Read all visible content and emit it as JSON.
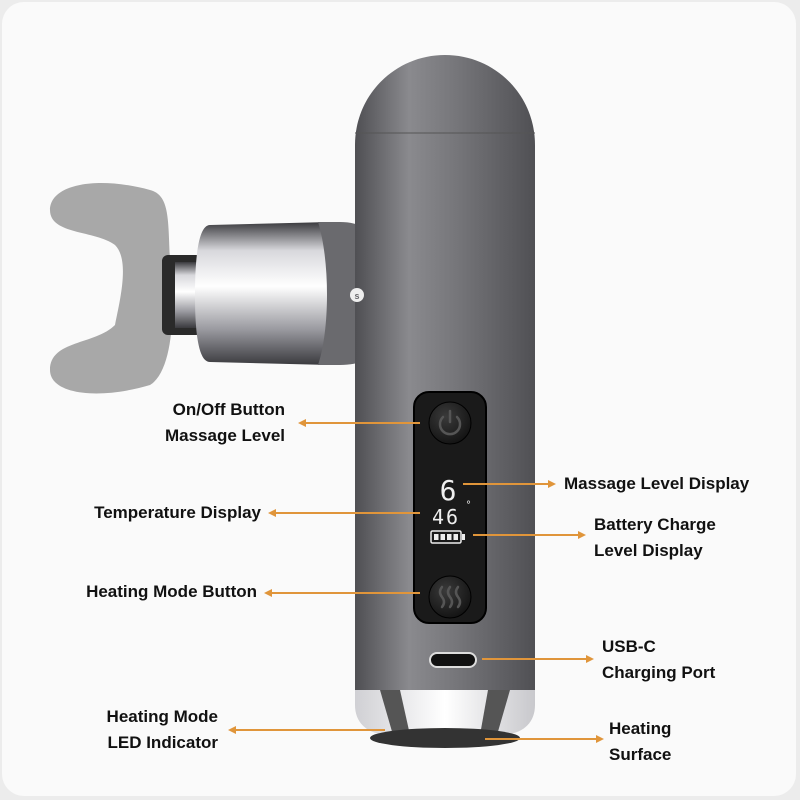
{
  "labels": {
    "onoff_line1": "On/Off Button",
    "onoff_line2": "Massage Level",
    "temperature": "Temperature Display",
    "heating_button": "Heating Mode Button",
    "led_line1": "Heating Mode",
    "led_line2": "LED Indicator",
    "massage_display": "Massage Level Display",
    "battery_line1": "Battery Charge",
    "battery_line2": "Level Display",
    "usb_line1": "USB-C",
    "usb_line2": "Charging Port",
    "surface_line1": "Heating",
    "surface_line2": "Surface"
  },
  "display": {
    "massage_level": "6",
    "temperature": "46",
    "degree": "°",
    "battery_bars": 4
  },
  "colors": {
    "arrow": "#e0953a",
    "body": "#6b6b6f",
    "attachment": "#a9a9a9"
  }
}
